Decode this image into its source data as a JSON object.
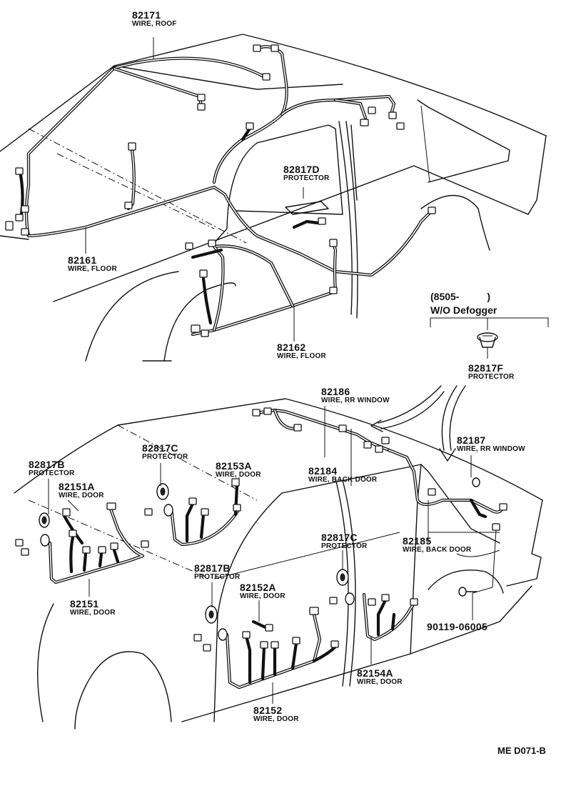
{
  "parts": {
    "p82171": {
      "number": "82171",
      "desc": "WIRE, ROOF"
    },
    "p82161": {
      "number": "82161",
      "desc": "WIRE, FLOOR"
    },
    "p82817D": {
      "number": "82817D",
      "desc": "PROTECTOR"
    },
    "p82162": {
      "number": "82162",
      "desc": "WIRE, FLOOR"
    },
    "p82817F": {
      "number": "82817F",
      "desc": "PROTECTOR"
    },
    "p82186": {
      "number": "82186",
      "desc": "WIRE, RR WINDOW"
    },
    "p82187": {
      "number": "82187",
      "desc": "WIRE, RR WINDOW"
    },
    "p82184": {
      "number": "82184",
      "desc": "WIRE, BACK DOOR"
    },
    "p82185": {
      "number": "82185",
      "desc": "WIRE, BACK DOOR"
    },
    "p82817C_a": {
      "number": "82817C",
      "desc": "PROTECTOR"
    },
    "p82817C_b": {
      "number": "82817C",
      "desc": "PROTECTOR"
    },
    "p82817B_a": {
      "number": "82817B",
      "desc": "PROTECTOR"
    },
    "p82817B_b": {
      "number": "82817B",
      "desc": "PROTECTOR"
    },
    "p82153A": {
      "number": "82153A",
      "desc": "WIRE, DOOR"
    },
    "p82151A": {
      "number": "82151A",
      "desc": "WIRE, DOOR"
    },
    "p82151": {
      "number": "82151",
      "desc": "WIRE, DOOR"
    },
    "p82152A": {
      "number": "82152A",
      "desc": "WIRE, DOOR"
    },
    "p82152": {
      "number": "82152",
      "desc": "WIRE, DOOR"
    },
    "p82154A": {
      "number": "82154A",
      "desc": "WIRE, DOOR"
    },
    "p90119": {
      "number": "90119-06005"
    }
  },
  "variant_note": {
    "line1": "(8505-          )",
    "line2": "W/O Defogger"
  },
  "drawing_code": "ME D071-B"
}
